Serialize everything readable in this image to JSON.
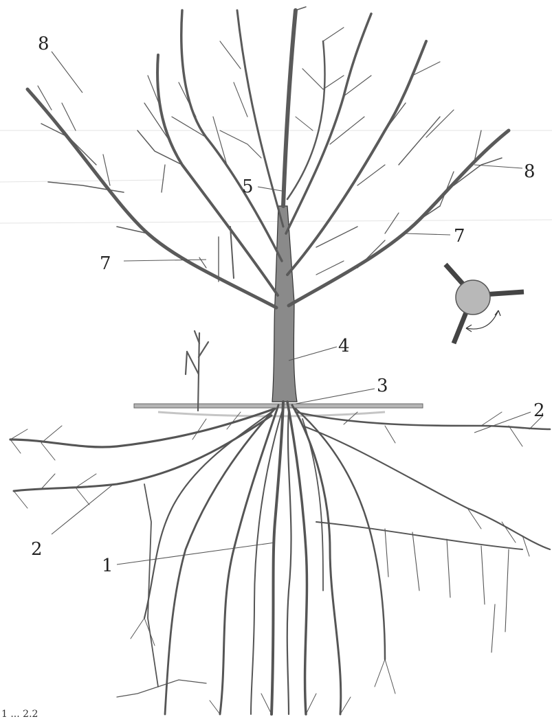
{
  "figure": {
    "labels": [
      {
        "id": "root-1",
        "text": "1"
      },
      {
        "id": "root-2-right",
        "text": "2"
      },
      {
        "id": "root-2-left",
        "text": "2"
      },
      {
        "id": "collar-3",
        "text": "3"
      },
      {
        "id": "trunk-4",
        "text": "4"
      },
      {
        "id": "leader-5",
        "text": "5"
      },
      {
        "id": "branch-7-left",
        "text": "7"
      },
      {
        "id": "branch-7-right",
        "text": "7"
      },
      {
        "id": "tip-8-left",
        "text": "8"
      },
      {
        "id": "tip-8-right",
        "text": "8"
      }
    ],
    "caption_fragment": "1 ... 2.2"
  },
  "colors": {
    "ink": "#4f4f4f",
    "trunk_fill": "#8a8a8a",
    "ground": "#b5b5b5",
    "inset_circle": "#b8b8b8"
  }
}
